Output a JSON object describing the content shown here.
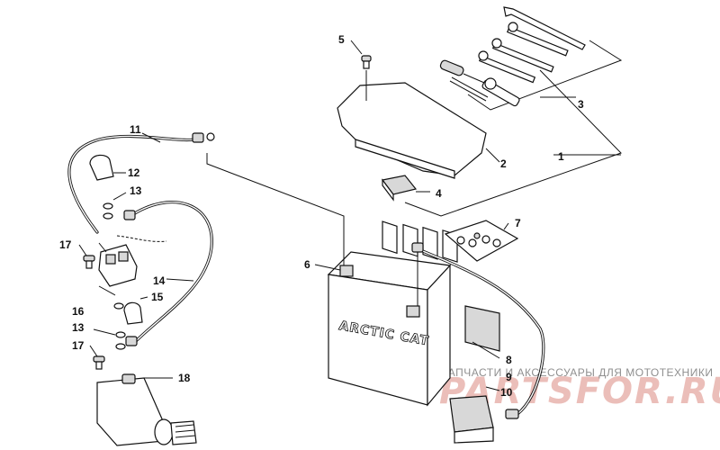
{
  "callouts": {
    "c1": "1",
    "c2": "2",
    "c3": "3",
    "c4": "4",
    "c5": "5",
    "c6": "6",
    "c7": "7",
    "c8": "8",
    "c9": "9",
    "c10": "10",
    "c11": "11",
    "c12": "12",
    "c13a": "13",
    "c13b": "13",
    "c14": "14",
    "c15": "15",
    "c16": "16",
    "c17a": "17",
    "c17b": "17",
    "c18": "18"
  },
  "battery": {
    "brand": "ARCTIC CAT"
  },
  "watermark": {
    "tagline": "ЗАПЧАСТИ И АКСЕССУАРЫ ДЛЯ МОТОТЕХНИКИ",
    "logo": "PARTSFOR.RU"
  }
}
